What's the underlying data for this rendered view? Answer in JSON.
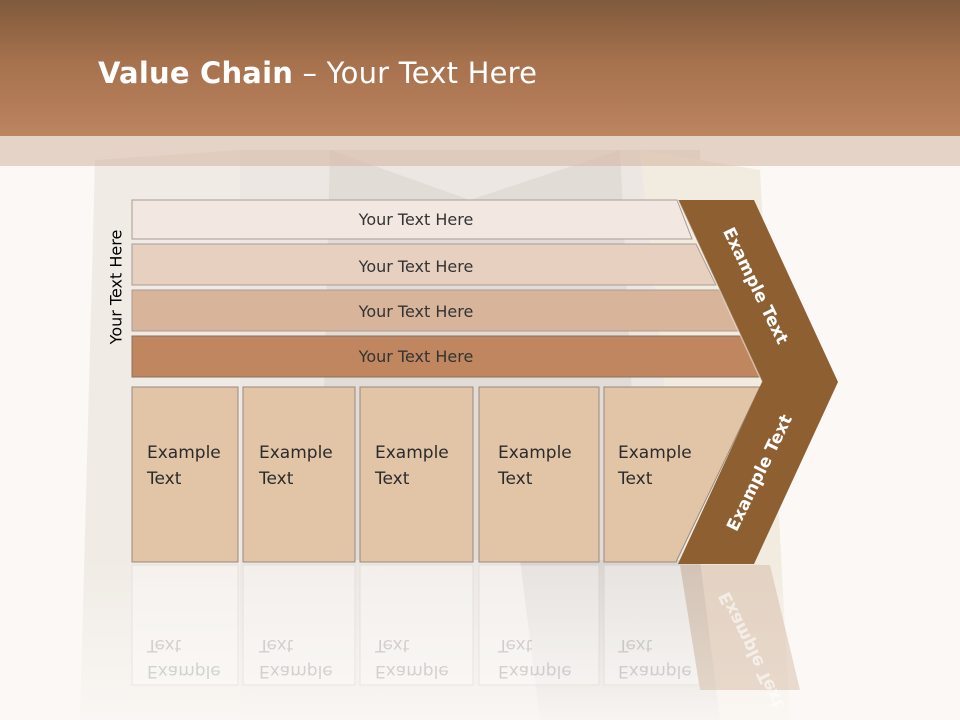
{
  "title": {
    "bold": "Value Chain",
    "rest": " – Your Text Here"
  },
  "side_label": "Your Text Here",
  "bars": [
    {
      "label": "Your Text Here"
    },
    {
      "label": "Your Text Here"
    },
    {
      "label": "Your Text Here"
    },
    {
      "label": "Your Text Here"
    }
  ],
  "boxes": [
    {
      "line1": "Example",
      "line2": "Text"
    },
    {
      "line1": "Example",
      "line2": "Text"
    },
    {
      "line1": "Example",
      "line2": "Text"
    },
    {
      "line1": "Example",
      "line2": "Text"
    },
    {
      "line1": "Example",
      "line2": "Text"
    }
  ],
  "arrow": {
    "upper_label": "Example Text",
    "lower_label": "Example Text"
  },
  "colors": {
    "header": "#a6714d",
    "bar1": "#f2e7e1",
    "bar2": "#e8d0c0",
    "bar3": "#d8b49a",
    "bar4": "#c08660",
    "box": "#e2c4a7",
    "arrow": "#8e5f31"
  }
}
